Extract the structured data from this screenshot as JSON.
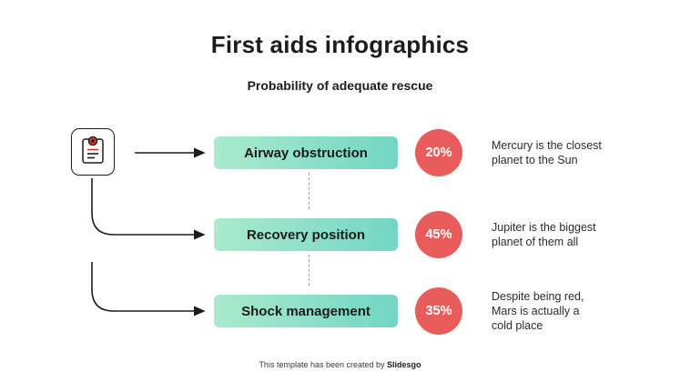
{
  "header": {
    "title": "First aids infographics",
    "subtitle": "Probability of adequate rescue"
  },
  "rows": [
    {
      "label": "Airway obstruction",
      "percent": "20%",
      "description": "Mercury is the closest planet to the Sun"
    },
    {
      "label": "Recovery position",
      "percent": "45%",
      "description": "Jupiter is the biggest planet of them all"
    },
    {
      "label": "Shock management",
      "percent": "35%",
      "description": "Despite being red, Mars is actually a cold place"
    }
  ],
  "footer": {
    "text": "This template has been created by ",
    "brand": "Slidesgo"
  },
  "colors": {
    "bar_gradient_start": "#aaeacd",
    "bar_gradient_end": "#72d6c3",
    "circle": "#e95c5c",
    "text": "#1c1c1c",
    "icon_accent": "#c0392b"
  },
  "icons": {
    "clipboard": "clipboard-icon"
  }
}
